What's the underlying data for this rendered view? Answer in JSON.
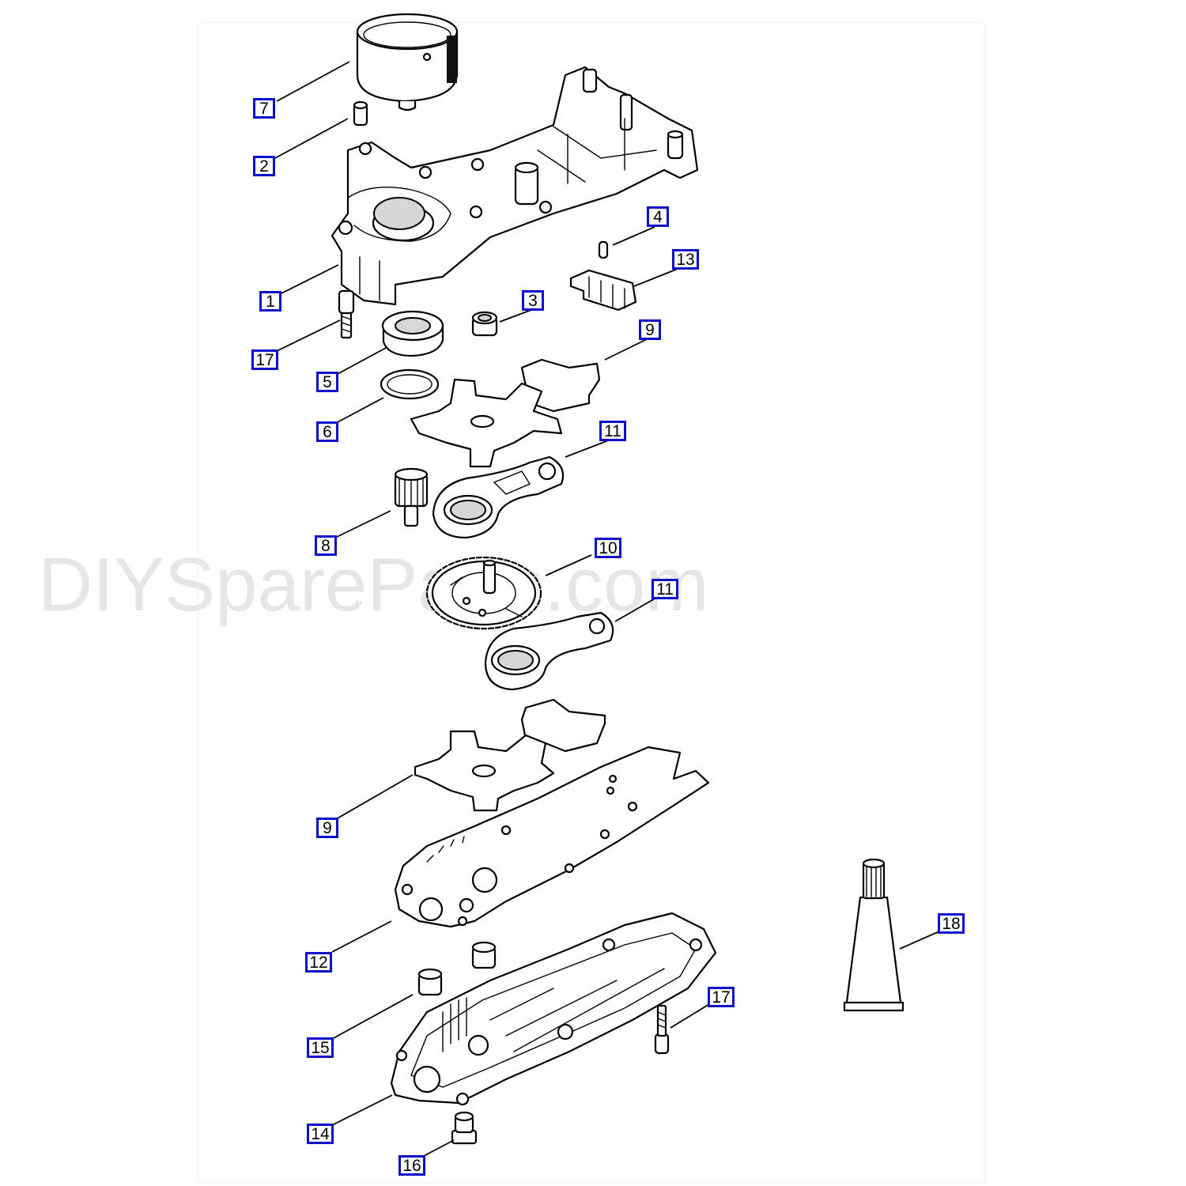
{
  "watermark": "DIYSpareParts.com",
  "callout_border_color": "#1010cc",
  "callouts": {
    "c7": "7",
    "c2": "2",
    "c1": "1",
    "c4": "4",
    "c13": "13",
    "c3": "3",
    "c17a": "17",
    "c9a": "9",
    "c5": "5",
    "c6": "6",
    "c11a": "11",
    "c8": "8",
    "c10": "10",
    "c11b": "11",
    "c9b": "9",
    "c18": "18",
    "c12": "12",
    "c17b": "17",
    "c15": "15",
    "c14": "14",
    "c16": "16"
  }
}
